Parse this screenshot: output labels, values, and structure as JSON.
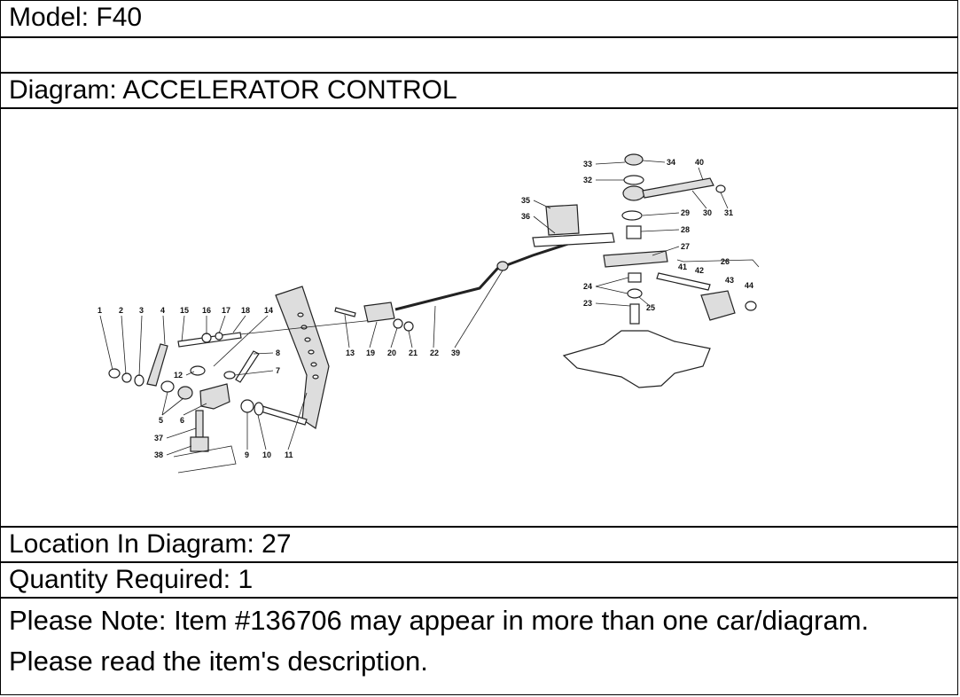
{
  "model": "Model: F40",
  "blank_row": "",
  "diagram_title": "Diagram: ACCELERATOR CONTROL",
  "diagram": {
    "part_numbers": [
      "1",
      "2",
      "3",
      "4",
      "15",
      "16",
      "17",
      "18",
      "14",
      "8",
      "7",
      "12",
      "5",
      "6",
      "37",
      "38",
      "9",
      "10",
      "11",
      "13",
      "19",
      "20",
      "21",
      "22",
      "39",
      "35",
      "36",
      "33",
      "32",
      "34",
      "40",
      "29",
      "30",
      "31",
      "28",
      "27",
      "26",
      "41",
      "42",
      "43",
      "44",
      "24",
      "25",
      "23"
    ]
  },
  "location": "Location In Diagram: 27",
  "quantity": "Quantity Required: 1",
  "note": "Please Note: Item #136706 may appear in more than one car/diagram. Please read the item's description."
}
